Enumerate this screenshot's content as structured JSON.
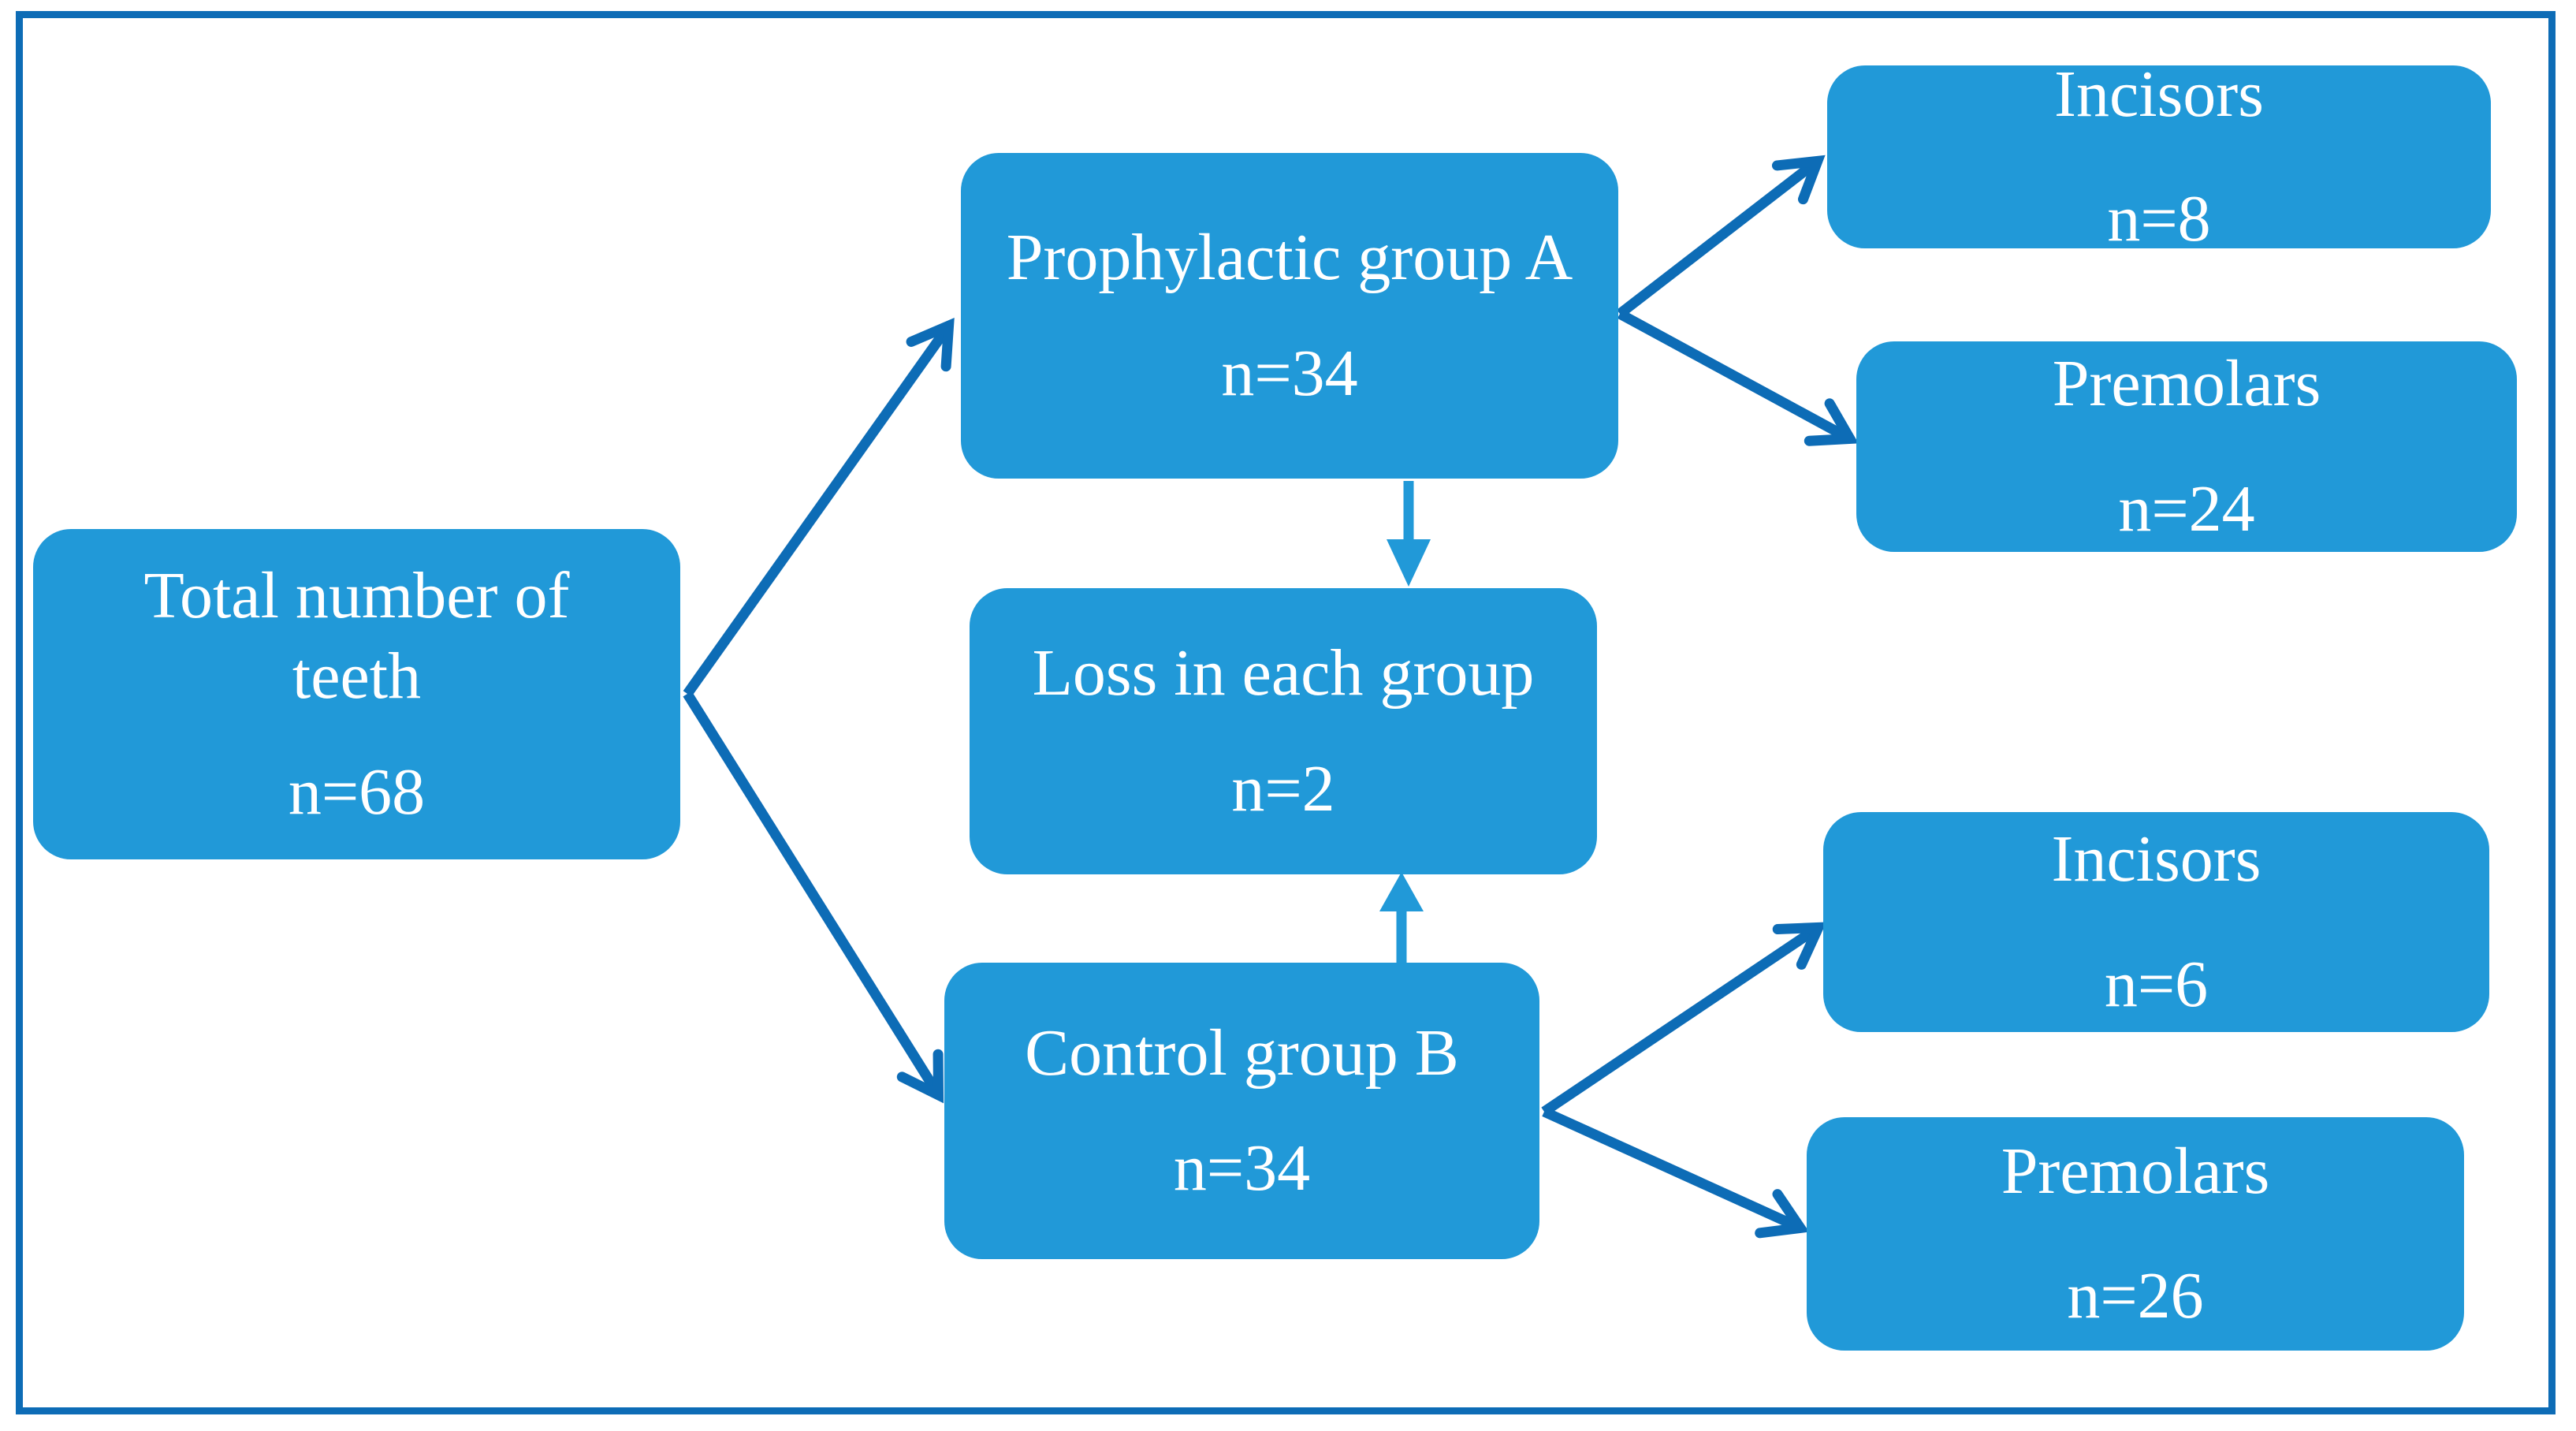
{
  "colors": {
    "box_fill": "#2199d8",
    "line": "#0d6cb6",
    "text": "#ffffff",
    "background": "#ffffff"
  },
  "nodes": {
    "total": {
      "title": "Total number of\nteeth",
      "n": "n=68"
    },
    "group_a": {
      "title": "Prophylactic group A",
      "n": "n=34"
    },
    "incisors_a": {
      "title": "Incisors",
      "n": "n=8"
    },
    "premolars_a": {
      "title": "Premolars",
      "n": "n=24"
    },
    "loss": {
      "title": "Loss in each group",
      "n": "n=2"
    },
    "group_b": {
      "title": "Control group B",
      "n": "n=34"
    },
    "incisors_b": {
      "title": "Incisors",
      "n": "n=6"
    },
    "premolars_b": {
      "title": "Premolars",
      "n": "n=26"
    }
  },
  "edges": [
    {
      "from": "total",
      "to": "group_a"
    },
    {
      "from": "total",
      "to": "group_b"
    },
    {
      "from": "group_a",
      "to": "incisors_a"
    },
    {
      "from": "group_a",
      "to": "premolars_a"
    },
    {
      "from": "group_a",
      "to": "loss"
    },
    {
      "from": "group_b",
      "to": "loss"
    },
    {
      "from": "group_b",
      "to": "incisors_b"
    },
    {
      "from": "group_b",
      "to": "premolars_b"
    }
  ]
}
